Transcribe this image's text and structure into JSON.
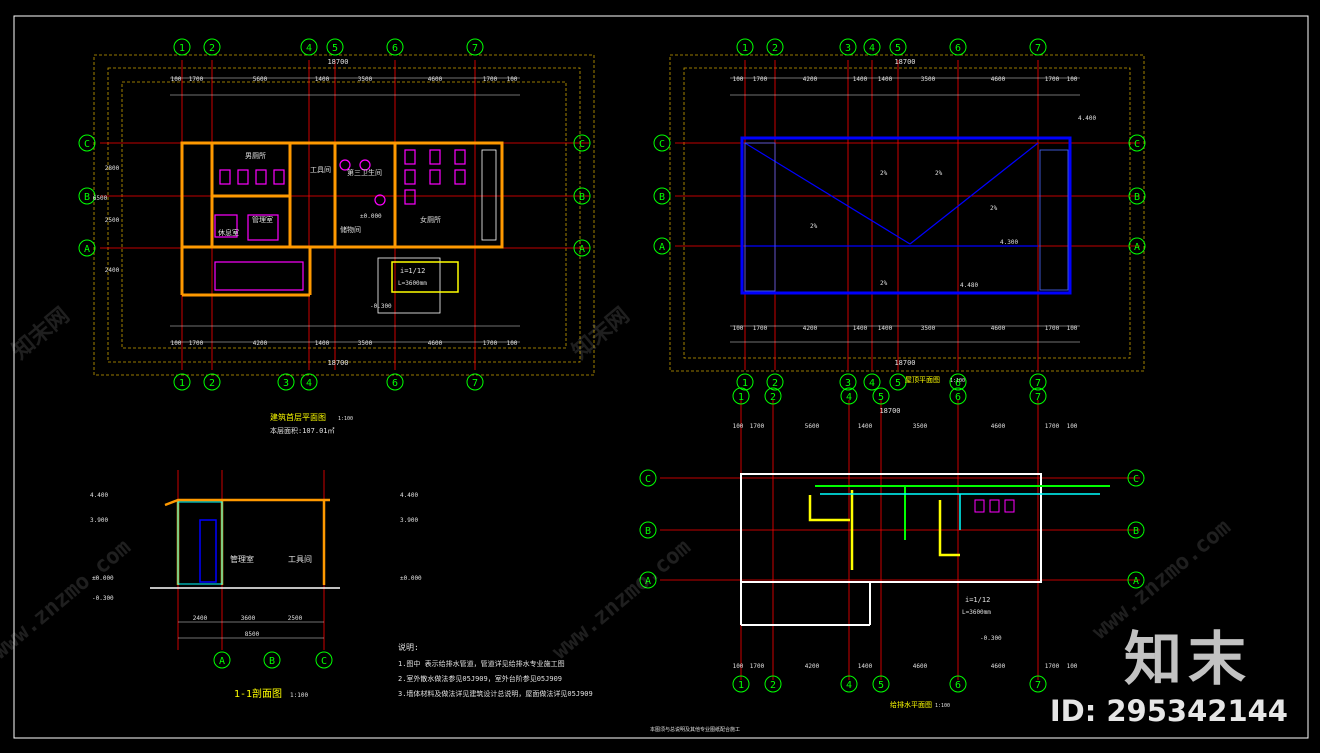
{
  "plan1": {
    "axes_top": [
      "1",
      "2",
      "4",
      "5",
      "6",
      "7"
    ],
    "axes_bottom": [
      "1",
      "2",
      "3",
      "4",
      "6",
      "7"
    ],
    "axes_side": [
      "C",
      "B",
      "A"
    ],
    "overall_dim": "18700",
    "dims_top": [
      "100",
      "1700",
      "5600",
      "1400",
      "3500",
      "4600",
      "1700",
      "100"
    ],
    "dims_bottom": [
      "100",
      "1700",
      "4200",
      "1400",
      "3500",
      "4600",
      "1700",
      "100"
    ],
    "side_dims": [
      "2800",
      "2500",
      "2400"
    ],
    "side_total": "6500",
    "rooms": {
      "men": "男厕所",
      "women": "女厕所",
      "third": "第三卫生间",
      "tool": "工具间",
      "lounge": "休息室",
      "mgmt": "管理室",
      "storage": "储物间"
    },
    "level_zero": "±0.000",
    "level_out": "-0.300",
    "ramp": "i=1/12",
    "ramp_len": "L=3600mm",
    "title": "建筑首层平面图",
    "scale": "1:100",
    "area_note": "本层面积:107.01㎡"
  },
  "plan2": {
    "axes_top": [
      "1",
      "2",
      "3",
      "4",
      "5",
      "6",
      "7"
    ],
    "axes_side": [
      "C",
      "B",
      "A"
    ],
    "overall_dim": "18700",
    "dims_top": [
      "100",
      "1700",
      "4200",
      "1400",
      "1400",
      "3500",
      "4600",
      "1700",
      "100"
    ],
    "dims_bottom": [
      "100",
      "1700",
      "4200",
      "1400",
      "1400",
      "3500",
      "4600",
      "1700",
      "100"
    ],
    "levels": [
      "4.400",
      "4.300",
      "4.480"
    ],
    "slope": "2%",
    "title": "屋顶平面图",
    "scale": "1:100"
  },
  "section": {
    "axes": [
      "A",
      "B",
      "C"
    ],
    "dims": [
      "2400",
      "3600",
      "2500"
    ],
    "total": "8500",
    "levels": [
      "4.400",
      "3.900",
      "±0.000",
      "-0.300"
    ],
    "rooms": [
      "管理室",
      "工具间"
    ],
    "title": "1-1剖面图",
    "scale": "1:100"
  },
  "notes": {
    "heading": "说明:",
    "lines": [
      "1.图中  表示给排水管道，管道详见给排水专业施工图",
      "2.室外散水做法参见05J909，室外台阶参见05J909",
      "3.墙体材料及做法详见建筑设计总说明，屋面做法详见05J909"
    ],
    "footer": "本图须与总说明及其他专业图纸配合施工"
  },
  "plan3": {
    "axes_top": [
      "1",
      "2",
      "4",
      "5",
      "6",
      "7"
    ],
    "axes_side": [
      "C",
      "B",
      "A"
    ],
    "overall_dim": "18700",
    "dims_top": [
      "100",
      "1700",
      "5600",
      "1400",
      "3500",
      "4600",
      "1700",
      "100"
    ],
    "dims_bottom": [
      "100",
      "1700",
      "4200",
      "1400",
      "4600",
      "4600",
      "1700",
      "100"
    ],
    "ramp": "i=1/12",
    "ramp_len": "L=3600mm",
    "level": "-0.300",
    "title": "给排水平面图",
    "scale": "1:100"
  },
  "watermark": {
    "logo": "知末",
    "id": "ID: 295342144",
    "site": "www.znzmo.com",
    "brand": "知末网"
  },
  "colors": {
    "bg": "#000000",
    "axis": "#00ff00",
    "dim": "#e0e0e0",
    "wall": "#ff9900",
    "magenta": "#ff00ff",
    "roof": "#0000ff",
    "yellow": "#ffff00",
    "cyan": "#00ffff",
    "red": "#ff0000",
    "frame": "#ffffff"
  }
}
